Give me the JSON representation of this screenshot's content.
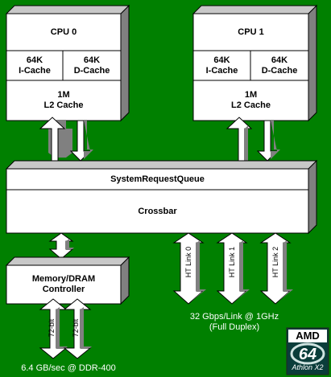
{
  "cpu0": {
    "title": "CPU 0",
    "icache": "64K\nI-Cache",
    "dcache": "64K\nD-Cache",
    "l2": "1M\nL2 Cache"
  },
  "cpu1": {
    "title": "CPU 1",
    "icache": "64K\nI-Cache",
    "dcache": "64K\nD-Cache",
    "l2": "1M\nL2 Cache"
  },
  "srq": "SystemRequestQueue",
  "crossbar": "Crossbar",
  "memory_controller": "Memory/DRAM\nController",
  "ht_links": [
    "HT Link 0",
    "HT Link 1",
    "HT Link 2"
  ],
  "ht_caption": "32 Gbps/Link @ 1GHz\n(Full Duplex)",
  "mem_channels": [
    "72-bit",
    "72-bit"
  ],
  "mem_caption": "6.4 GB/sec @ DDR-400",
  "logo": {
    "brand": "AMD",
    "mark": "64",
    "product": "Athlon X2"
  },
  "colors": {
    "background": "#008000",
    "box_face": "#ffffff",
    "box_shadow": "#808080",
    "border": "#000000"
  }
}
